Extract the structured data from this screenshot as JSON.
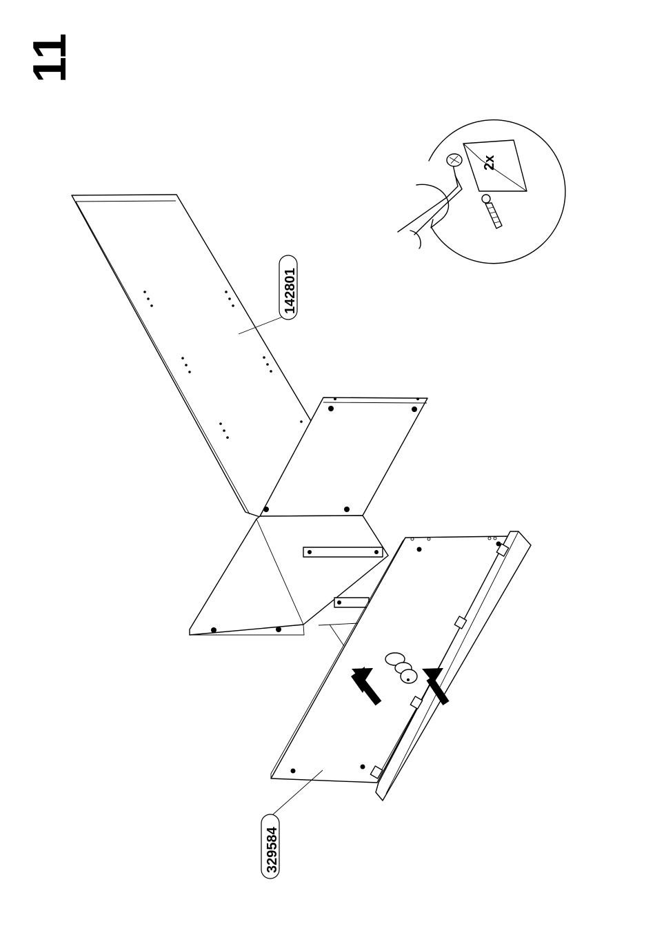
{
  "step": {
    "number": "11"
  },
  "parts": {
    "top_panel_id": "142801",
    "bottom_panel_id": "329584"
  },
  "detail": {
    "quantity": "2x",
    "tool": "screwdriver-icon",
    "fastener": "screw-icon"
  },
  "colors": {
    "ink": "#000000",
    "paper": "#ffffff"
  }
}
